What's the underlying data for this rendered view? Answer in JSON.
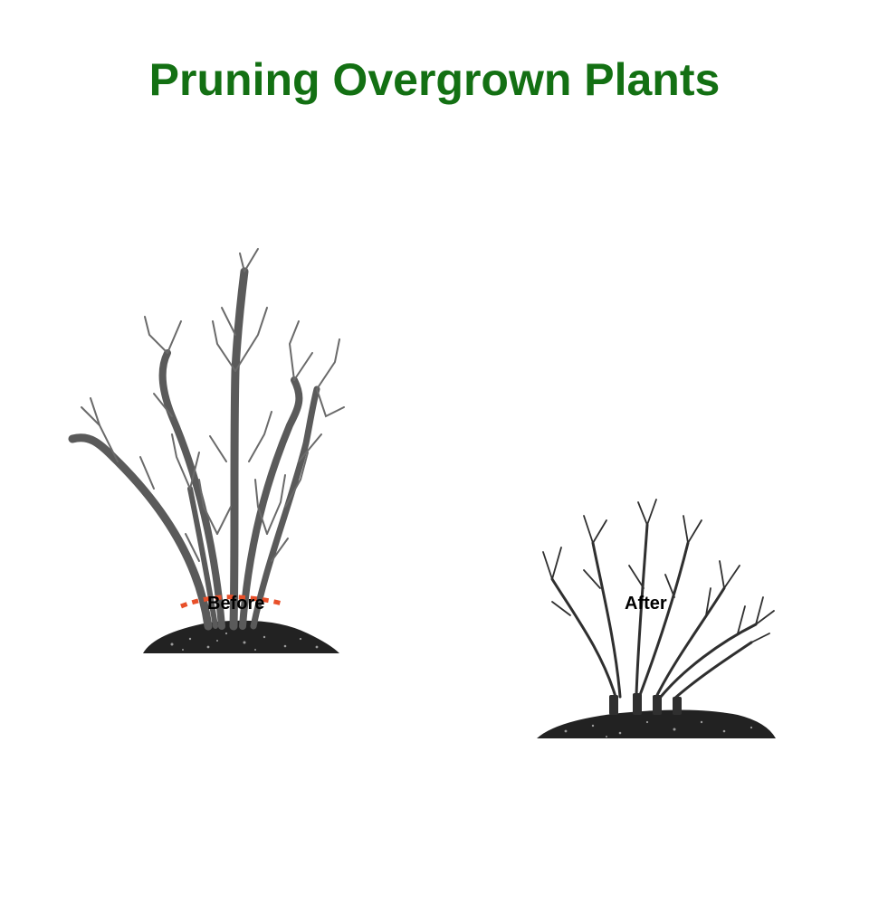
{
  "title": "Pruning Overgrown Plants",
  "panels": [
    {
      "caption": "Before"
    },
    {
      "caption": "After"
    }
  ],
  "colors": {
    "title": "#137013",
    "cut_line": "#e8502a",
    "before_stems": "#5a5a5a",
    "after_stems": "#2f2f2f",
    "soil": "#222222"
  }
}
